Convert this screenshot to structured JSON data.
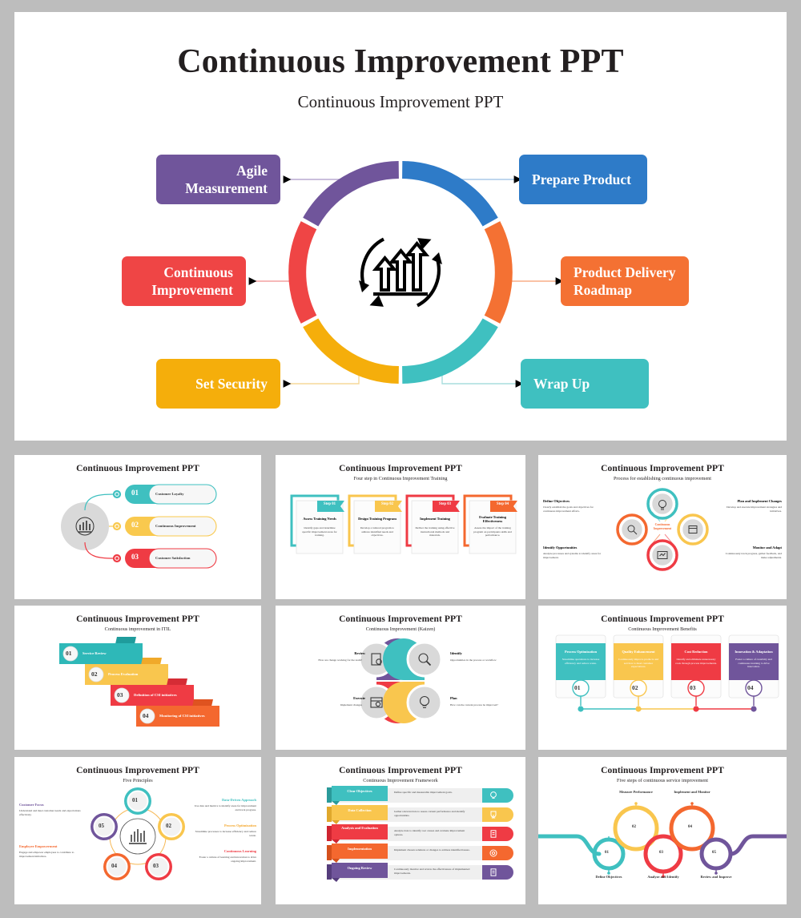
{
  "palette": {
    "background": "#bdbdbd",
    "slide_bg": "#ffffff",
    "blue": "#2e7bc8",
    "orange": "#f47133",
    "teal": "#3fc0c0",
    "yellow": "#f5ae0b",
    "red": "#ef4545",
    "purple": "#70559b",
    "text_dark": "#231f20",
    "gray_circle": "#d9d9d9"
  },
  "hero": {
    "title": "Continuous Improvement PPT",
    "subtitle": "Continuous Improvement PPT",
    "center_icon": "growth-cycle-icon",
    "labels": [
      {
        "id": "agile",
        "text": "Agile Measurement",
        "color": "#70559b",
        "side": "left"
      },
      {
        "id": "ci",
        "text": "Continuous Improvement",
        "color": "#ef4545",
        "side": "left"
      },
      {
        "id": "sec",
        "text": "Set Security",
        "color": "#f5ae0b",
        "side": "left"
      },
      {
        "id": "prep",
        "text": "Prepare  Product",
        "color": "#2e7bc8",
        "side": "right"
      },
      {
        "id": "roadmap",
        "text": "Product Delivery Roadmap",
        "color": "#f47133",
        "side": "right"
      },
      {
        "id": "wrap",
        "text": "Wrap Up",
        "color": "#3fc0c0",
        "side": "right"
      }
    ],
    "ring_segments": [
      {
        "name": "prepare-product",
        "color": "#2e7bc8",
        "start_deg": 0,
        "end_deg": 60
      },
      {
        "name": "product-delivery-roadmap",
        "color": "#f47133",
        "start_deg": 60,
        "end_deg": 120
      },
      {
        "name": "wrap-up",
        "color": "#3fc0c0",
        "start_deg": 120,
        "end_deg": 180
      },
      {
        "name": "set-security",
        "color": "#f5ae0b",
        "start_deg": 180,
        "end_deg": 240
      },
      {
        "name": "continuous-improvement",
        "color": "#ef4545",
        "start_deg": 240,
        "end_deg": 300
      },
      {
        "name": "agile-measurement",
        "color": "#70559b",
        "start_deg": 300,
        "end_deg": 360
      }
    ]
  },
  "thumbnails": [
    {
      "id": "customer-loyalty",
      "title": "Continuous Improvement PPT",
      "subtitle": "",
      "layout": "pills",
      "items": [
        {
          "num": "01",
          "label": "Customer Loyalty",
          "color": "#3fc0c0"
        },
        {
          "num": "02",
          "label": "Continuous Improvement",
          "color": "#f9c94e"
        },
        {
          "num": "03",
          "label": "Customer Satisfaction",
          "color": "#ef3b44"
        }
      ]
    },
    {
      "id": "four-step-training",
      "title": "Continuous Improvement PPT",
      "subtitle": "Four step in Continuous Improvement Training",
      "layout": "steps",
      "items": [
        {
          "step": "Step 01",
          "heading": "Assess Training Needs",
          "body": "Identify gaps and determine specific improvement areas for training.",
          "color": "#3fc0c0"
        },
        {
          "step": "Step 02",
          "heading": "Design Training Program",
          "body": "Develop a tailored program to address identified needs and objectives.",
          "color": "#f9c64e"
        },
        {
          "step": "Step 03",
          "heading": "Implement Training",
          "body": "Deliver the training using effective instructional methods and materials.",
          "color": "#ef3b44"
        },
        {
          "step": "Step 04",
          "heading": "Evaluate Training Effectiveness",
          "body": "Assess the impact of the training program on participants skills and performance.",
          "color": "#f4682f"
        }
      ]
    },
    {
      "id": "process-establishing",
      "title": "Continuous Improvement PPT",
      "subtitle": "Process for establishing continuous improvement",
      "layout": "four-circle",
      "center_label": "Continuous Improvement",
      "items": [
        {
          "heading": "Define Objectives",
          "body": "Clearly establish the goals and objectives for continuous improvement efforts.",
          "color": "#3fc0c0",
          "align": "left",
          "icon": "lightbulb-icon"
        },
        {
          "heading": "Plan and Implement Changes",
          "body": "Develop and execute improvement strategies and initiatives.",
          "color": "#f9c64e",
          "align": "right",
          "icon": "calendar-gear-icon"
        },
        {
          "heading": "Identify Opportunities",
          "body": "Analyze processes and systems to identify areas for improvement.",
          "color": "#f4682f",
          "align": "left",
          "icon": "magnifier-icon"
        },
        {
          "heading": "Monitor and Adapt",
          "body": "Continuously track progress, gather feedback, and make adjustments.",
          "color": "#ef3b44",
          "align": "right",
          "icon": "chart-monitor-icon"
        }
      ]
    },
    {
      "id": "itil",
      "title": "Continuous Improvement PPT",
      "subtitle": "Continuous improvement in ITIL",
      "layout": "cascade",
      "items": [
        {
          "num": "01",
          "label": "Service Review",
          "color": "#2eb8b8",
          "tab": "#1f9c9c"
        },
        {
          "num": "02",
          "label": "Process Evaluation",
          "color": "#f9c64e",
          "tab": "#f0a92a"
        },
        {
          "num": "03",
          "label": "Definition of CSI initiatives",
          "color": "#ef3b44",
          "tab": "#d52c35"
        },
        {
          "num": "04",
          "label": "Monitoring of CSI initiatives",
          "color": "#f4682f",
          "tab": "#df5320"
        }
      ]
    },
    {
      "id": "kaizen",
      "title": "Continuous Improvement PPT",
      "subtitle": "Continuous Improvement (Kaizen)",
      "layout": "quad-petal",
      "items": [
        {
          "heading": "Review",
          "body": "How are change working for the team?",
          "color": "#70559b",
          "align": "left",
          "icon": "document-search-icon"
        },
        {
          "heading": "Identify",
          "body": "Opportunities in the process or workflow",
          "color": "#3fc0c0",
          "align": "right",
          "icon": "magnifier-icon"
        },
        {
          "heading": "Execute",
          "body": "Implement changes",
          "color": "#ef3b44",
          "align": "left",
          "icon": "gear-calendar-icon"
        },
        {
          "heading": "Plan",
          "body": "How can the current process be improved?",
          "color": "#f9c64e",
          "align": "right",
          "icon": "lightbulb-icon"
        }
      ]
    },
    {
      "id": "benefits",
      "title": "Continuous Improvement PPT",
      "subtitle": "Continuous Improvement Benefits",
      "layout": "cards",
      "items": [
        {
          "num": "01",
          "heading": "Process Optimization",
          "body": "Streamline operations to increase efficiency and reduce waste.",
          "color": "#3fc0c0"
        },
        {
          "num": "02",
          "heading": "Quality Enhancement",
          "body": "Continuously improve products and services to meet customer expectations.",
          "color": "#f9c64e"
        },
        {
          "num": "03",
          "heading": "Cost Reduction",
          "body": "Identify and eliminate unnecessary costs through process improvements.",
          "color": "#ef3b44"
        },
        {
          "num": "04",
          "heading": "Innovation & Adaptation",
          "body": "Foster a culture of creativity and continuous learning to drive innovation.",
          "color": "#70559b"
        }
      ]
    },
    {
      "id": "five-principles",
      "title": "Continuous Improvement PPT",
      "subtitle": "Five Principles",
      "layout": "pentagon",
      "items": [
        {
          "num": "01",
          "heading": "",
          "body": "",
          "color": "#3fc0c0"
        },
        {
          "num": "02",
          "heading": "Data-Driven Approach",
          "body": "Use data and metrics to identify areas for improvement and track progress.",
          "color": "#f9c64e"
        },
        {
          "num": "03",
          "heading": "Continuous Learning",
          "body": "Foster a culture of learning and innovation to drive ongoing improvement.",
          "color": "#ef3b44"
        },
        {
          "num": "04",
          "heading": "Employee Empowerment",
          "body": "Engage and empower employees to contribute to improvement initiatives.",
          "color": "#f4682f"
        },
        {
          "num": "05",
          "heading": "Customer Focus",
          "body": "Understand and meet customer needs and expectations effectively.",
          "color": "#70559b"
        }
      ],
      "extra_headings": [
        {
          "heading": "Process Optimization",
          "body": "Streamline processes to increase efficiency and reduce waste.",
          "color": "#f4a62a"
        }
      ]
    },
    {
      "id": "framework",
      "title": "Continuous Improvement PPT",
      "subtitle": "Continuous Improvement Framework",
      "layout": "banners",
      "items": [
        {
          "label": "Clear Objectives",
          "body": "Define specific and measurable improvement goals.",
          "color": "#3fc0c0",
          "icon": "lightbulb-icon"
        },
        {
          "label": "Data Collection",
          "body": "Gather relevant data to assess current performance and identify opportunities.",
          "color": "#f9c64e",
          "icon": "trophy-icon"
        },
        {
          "label": "Analysis and Evaluation",
          "body": "Analyze data to identify root causes and evaluate improvement options.",
          "color": "#ef3b44",
          "icon": "clipboard-icon"
        },
        {
          "label": "Implementation",
          "body": "Implement chosen solutions or changes to address identified issues.",
          "color": "#f4682f",
          "icon": "target-icon"
        },
        {
          "label": "Ongoing Review",
          "body": "Continuously monitor and review the effectiveness of implemented improvements.",
          "color": "#70559b",
          "icon": "document-icon"
        }
      ]
    },
    {
      "id": "five-steps-service",
      "title": "Continuous Improvement PPT",
      "subtitle": "Five steps of continuous service improvement",
      "layout": "wave",
      "items": [
        {
          "num": "01",
          "label": "Define Objectives",
          "color": "#3fc0c0",
          "pos": "bottom"
        },
        {
          "num": "02",
          "label": "Measure Performance",
          "color": "#f9c64e",
          "pos": "top"
        },
        {
          "num": "03",
          "label": "Analyze and Identify",
          "color": "#ef3b44",
          "pos": "bottom"
        },
        {
          "num": "04",
          "label": "Implement and Monitor",
          "color": "#f4682f",
          "pos": "top"
        },
        {
          "num": "05",
          "label": "Review and Improve",
          "color": "#70559b",
          "pos": "bottom"
        }
      ]
    }
  ]
}
